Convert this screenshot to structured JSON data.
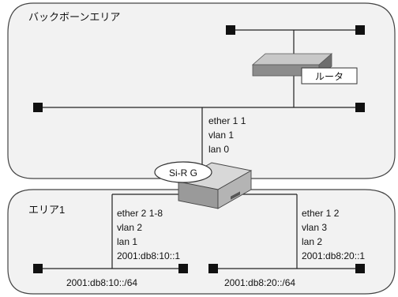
{
  "areas": {
    "backbone": {
      "label": "バックボーンエリア"
    },
    "area1": {
      "label": "エリア1"
    }
  },
  "router": {
    "label": "ルータ"
  },
  "si_r": {
    "label": "Si-R G"
  },
  "uplink": {
    "lines": [
      "ether 1 1",
      "vlan 1",
      "lan 0"
    ]
  },
  "left_link": {
    "lines": [
      "ether 2 1-8",
      "vlan 2",
      "lan 1",
      "2001:db8:10::1"
    ]
  },
  "right_link": {
    "lines": [
      "ether 1 2",
      "vlan 3",
      "lan 2",
      "2001:db8:20::1"
    ]
  },
  "left_network": {
    "prefix": "2001:db8:10::/64"
  },
  "right_network": {
    "prefix": "2001:db8:20::/64"
  },
  "colors": {
    "area_border": "#444444",
    "area_fill": "#f2f2f2",
    "line": "#222222",
    "node": "#111111",
    "router_top": "#c8c8c8",
    "router_side": "#8c8c8c",
    "device_top": "#d8d8d8",
    "device_front": "#9a9a9a"
  }
}
